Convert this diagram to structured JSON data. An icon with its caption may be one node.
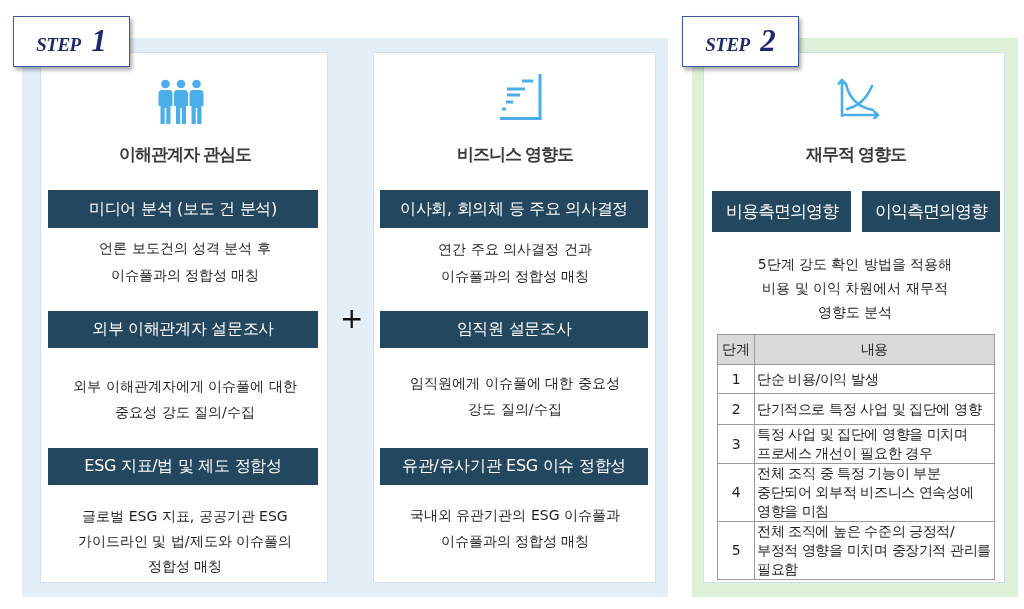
{
  "diagram": {
    "nodes": [
      {
        "text": [
          "STEP 1"
        ]
      },
      {
        "text": [
          "이해관계자 관심도"
        ],
        "in": 0
      },
      {
        "text": [
          "미디어 분석 (보도 건 분석)"
        ],
        "in": 1,
        "beside": [
          "언론 보도건의 성격 분석 후 이슈풀과의 정합성 매칭"
        ]
      },
      {
        "text": [
          "외부 이해관계자 설문조사"
        ],
        "in": 1,
        "beside": [
          "외부 이해관계자에게 이슈풀에 대한 중요성 강도 질의/수집"
        ]
      },
      {
        "text": [
          "ESG 지표/법 및 제도 정합성"
        ],
        "in": 1,
        "beside": [
          "글로벌 ESG 지표, 공공기관 ESG 가이드라인 및 법/제도와 이슈풀의 정합성 매칭"
        ]
      },
      {
        "text": [
          "비즈니스 영향도"
        ],
        "in": 0
      },
      {
        "text": [
          "이사회, 회의체 등 주요 의사결정"
        ],
        "in": 5,
        "beside": [
          "연간 주요 의사결정 건과 이슈풀과의 정합성 매칭"
        ]
      },
      {
        "text": [
          "임직원 설문조사"
        ],
        "in": 5,
        "beside": [
          "임직원에게 이슈풀에 대한 중요성 강도 질의/수집"
        ]
      },
      {
        "text": [
          "유관/유사기관 ESG 이슈 정합성"
        ],
        "in": 5,
        "beside": [
          "국내외 유관기관의 ESG 이슈풀과 이슈풀과의 정합성 매칭"
        ]
      },
      {
        "text": [
          "STEP 2"
        ]
      },
      {
        "text": [
          "재무적 영향도",
          "5단계 강도 확인 방법을 적용해 비용 및 이익 차원에서 재무적 영향도 분석"
        ],
        "in": 9
      },
      {
        "text": [
          "비용측면의영향"
        ],
        "in": 10
      },
      {
        "text": [
          "이익측면의영향"
        ],
        "in": 10
      }
    ],
    "labels": [
      "+",
      "단계",
      "내용",
      "1",
      "단순 비용/이익 발생",
      "2",
      "단기적으로 특정 사업 및 집단에 영향",
      "3",
      "특정 사업 및 집단에 영향을 미치며 프로세스 개선이 필요한 경우",
      "4",
      "전체 조직 중 특정 기능이 부분 중단되어 외부적 비즈니스 연속성에 영향을 미침",
      "5",
      "전체 조직에 높은 수준의 긍정적/부정적 영향을 미치며 중장기적 관리를 필요함"
    ]
  }
}
